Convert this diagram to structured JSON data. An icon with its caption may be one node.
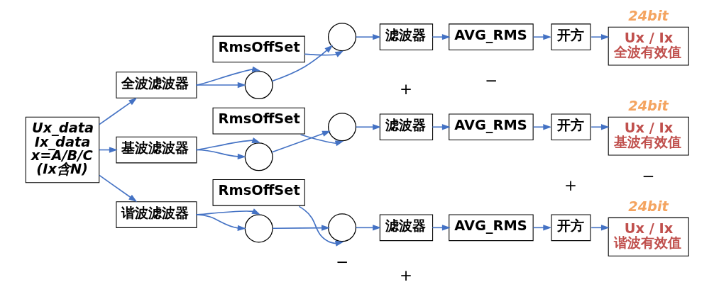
{
  "diagram": {
    "nodes": [
      {
        "text": [
          "Ux_data Ix_data x=A/B/C (Ix含N)"
        ]
      },
      {
        "text": [
          "全波滤波器"
        ]
      },
      {
        "text": [],
        "shape": "circle"
      },
      {
        "text": [],
        "shape": "circle"
      },
      {
        "text": [
          "滤波器"
        ]
      },
      {
        "text": [
          "AVG_RMS"
        ]
      },
      {
        "text": [
          "开方"
        ]
      },
      {
        "text": [
          "Ux / Ix",
          "全波有效值"
        ],
        "beside": [
          "24bit"
        ]
      },
      {
        "text": [
          "RmsOffSet"
        ]
      },
      {
        "text": [
          "基波滤波器"
        ]
      },
      {
        "text": [],
        "shape": "circle"
      },
      {
        "text": [],
        "shape": "circle"
      },
      {
        "text": [
          "滤波器"
        ]
      },
      {
        "text": [
          "AVG_RMS"
        ]
      },
      {
        "text": [
          "开方"
        ]
      },
      {
        "text": [
          "Ux / Ix",
          "基波有效值"
        ],
        "beside": [
          "24bit"
        ]
      },
      {
        "text": [
          "RmsOffSet"
        ]
      },
      {
        "text": [
          "谐波滤波器"
        ]
      },
      {
        "text": [],
        "shape": "circle"
      },
      {
        "text": [],
        "shape": "circle"
      },
      {
        "text": [
          "滤波器"
        ]
      },
      {
        "text": [
          "AVG_RMS"
        ]
      },
      {
        "text": [
          "开方"
        ]
      },
      {
        "text": [
          "Ux / Ix",
          "谐波有效值"
        ],
        "beside": [
          "24bit"
        ]
      },
      {
        "text": [
          "RmsOffSet"
        ]
      }
    ],
    "edges": [
      {
        "from": 0,
        "to": 1,
        "arrow": "to"
      },
      {
        "from": 0,
        "to": 9,
        "arrow": "to"
      },
      {
        "from": 0,
        "to": 17,
        "arrow": "to"
      },
      {
        "from": 1,
        "to": 2,
        "arrow": "to"
      },
      {
        "from": 1,
        "to": 2,
        "arrow": "to"
      },
      {
        "from": 2,
        "to": 3,
        "arrow": "to"
      },
      {
        "from": 8,
        "to": 3,
        "arrow": "to"
      },
      {
        "from": 3,
        "to": 4,
        "arrow": "to"
      },
      {
        "from": 4,
        "to": 5,
        "arrow": "to"
      },
      {
        "from": 5,
        "to": 6,
        "arrow": "to"
      },
      {
        "from": 6,
        "to": 7,
        "arrow": "to"
      },
      {
        "from": 9,
        "to": 10,
        "arrow": "to"
      },
      {
        "from": 9,
        "to": 10,
        "arrow": "to"
      },
      {
        "from": 10,
        "to": 11,
        "arrow": "to"
      },
      {
        "from": 16,
        "to": 11,
        "arrow": "to"
      },
      {
        "from": 11,
        "to": 12,
        "arrow": "to"
      },
      {
        "from": 12,
        "to": 13,
        "arrow": "to"
      },
      {
        "from": 13,
        "to": 14,
        "arrow": "to"
      },
      {
        "from": 14,
        "to": 15,
        "arrow": "to"
      },
      {
        "from": 17,
        "to": 18,
        "arrow": "to"
      },
      {
        "from": 17,
        "to": 18,
        "arrow": "to"
      },
      {
        "from": 18,
        "to": 19,
        "arrow": "to"
      },
      {
        "from": 24,
        "to": 19,
        "arrow": "to"
      },
      {
        "from": 19,
        "to": 20,
        "arrow": "to"
      },
      {
        "from": 20,
        "to": 21,
        "arrow": "to"
      },
      {
        "from": 21,
        "to": 22,
        "arrow": "to"
      },
      {
        "from": 22,
        "to": 23,
        "arrow": "to"
      }
    ],
    "labels": [
      "+",
      "−",
      "+",
      "−",
      "+",
      "−"
    ]
  }
}
